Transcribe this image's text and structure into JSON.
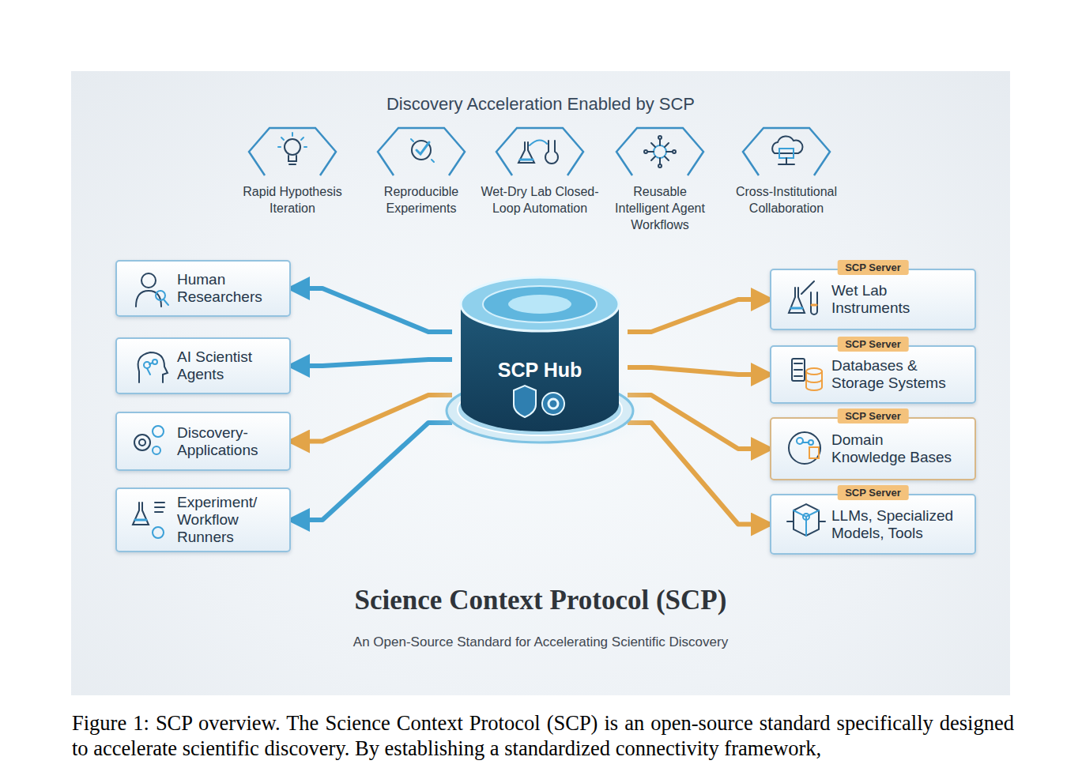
{
  "diagram": {
    "title": "Science Context Protocol (SCP)",
    "caption": "Figure 1: SCP overview. The Science Context Protocol (SCP) is an open-source standard specifically designed to accelerate scientific discovery. By establishing a standardized connectivity framework,",
    "nodes": [
      {
        "text": [
          "Rapid Hypothesis Iteration"
        ]
      },
      {
        "text": [
          "Reproducible Experiments"
        ]
      },
      {
        "text": [
          "Wet-Dry Lab Closed-Loop Automation"
        ]
      },
      {
        "text": [
          "Reusable Intelligent Agent Workflows"
        ]
      },
      {
        "text": [
          "Cross-Institutional Collaboration"
        ]
      },
      {
        "text": [
          "Human Researchers"
        ]
      },
      {
        "text": [
          "AI Scientist Agents"
        ]
      },
      {
        "text": [
          "Discovery-Applications"
        ]
      },
      {
        "text": [
          "Experiment/ Workflow Runners"
        ]
      },
      {
        "text": [
          "SCP Hub"
        ]
      },
      {
        "text": [
          "SCP Server",
          "Wet Lab Instruments"
        ]
      },
      {
        "text": [
          "SCP Server",
          "Databases & Storage Systems"
        ]
      },
      {
        "text": [
          "SCP Server",
          "Domain Knowledge Bases"
        ]
      },
      {
        "text": [
          "SCP Server",
          "LLMs, Specialized Models, Tools"
        ]
      }
    ],
    "edges": [
      {
        "from": 9,
        "to": 5,
        "arrow": "to"
      },
      {
        "from": 9,
        "to": 6,
        "arrow": "to"
      },
      {
        "from": 9,
        "to": 7,
        "arrow": "to"
      },
      {
        "from": 9,
        "to": 8,
        "arrow": "to"
      },
      {
        "from": 9,
        "to": 10,
        "arrow": "to"
      },
      {
        "from": 9,
        "to": 11,
        "arrow": "to"
      },
      {
        "from": 9,
        "to": 12,
        "arrow": "to"
      },
      {
        "from": 9,
        "to": 13,
        "arrow": "to"
      }
    ],
    "labels": [
      "Discovery Acceleration Enabled by SCP",
      "An Open-Source Standard for Accelerating Scientific Discovery"
    ]
  }
}
